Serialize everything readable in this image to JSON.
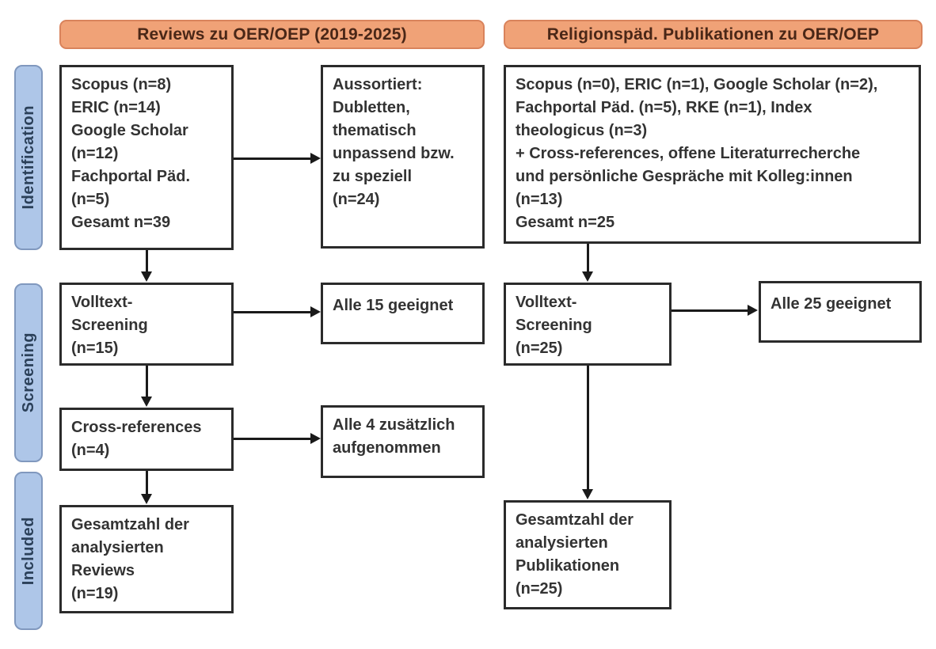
{
  "diagram": {
    "type": "prisma-flow",
    "stages": [
      "Identification",
      "Screening",
      "Included"
    ],
    "left": {
      "header": "Reviews zu OER/OEP (2019-2025)",
      "identification": [
        "Scopus (n=8)",
        "ERIC (n=14)",
        "Google Scholar",
        "(n=12)",
        "Fachportal Päd.",
        "(n=5)",
        "Gesamt n=39"
      ],
      "excluded": [
        "Aussortiert:",
        "Dubletten,",
        "thematisch",
        "unpassend bzw.",
        "zu speziell",
        "(n=24)"
      ],
      "fulltext_screening": [
        "Volltext-",
        "Screening",
        "(n=15)"
      ],
      "fulltext_result": [
        "Alle 15 geeignet"
      ],
      "cross_references": [
        "Cross-references",
        "(n=4)"
      ],
      "cross_references_result": [
        "Alle 4 zusätzlich",
        "aufgenommen"
      ],
      "included_total": [
        "Gesamtzahl der",
        "analysierten",
        "Reviews",
        "(n=19)"
      ]
    },
    "right": {
      "header": "Religionspäd. Publikationen zu OER/OEP",
      "identification": [
        "Scopus (n=0), ERIC (n=1), Google Scholar (n=2),",
        "Fachportal Päd. (n=5), RKE (n=1), Index",
        "theologicus (n=3)",
        "+ Cross-references, offene Literaturrecherche",
        "und persönliche Gespräche mit Kolleg:innen",
        "(n=13)",
        "Gesamt n=25"
      ],
      "fulltext_screening": [
        "Volltext-",
        "Screening",
        "(n=25)"
      ],
      "fulltext_result": [
        "Alle 25 geeignet"
      ],
      "included_total": [
        "Gesamtzahl der",
        "analysierten",
        "Publikationen",
        "(n=25)"
      ]
    },
    "colors": {
      "header_fill": "#f0a277",
      "header_border": "#d9835c",
      "header_text": "#4a2717",
      "stage_fill": "#aec6e8",
      "stage_border": "#8098be",
      "stage_text": "#2b4059",
      "box_border": "#2b2b2b",
      "box_text": "#333333",
      "arrow": "#1a1a1a",
      "background": "#ffffff"
    }
  }
}
